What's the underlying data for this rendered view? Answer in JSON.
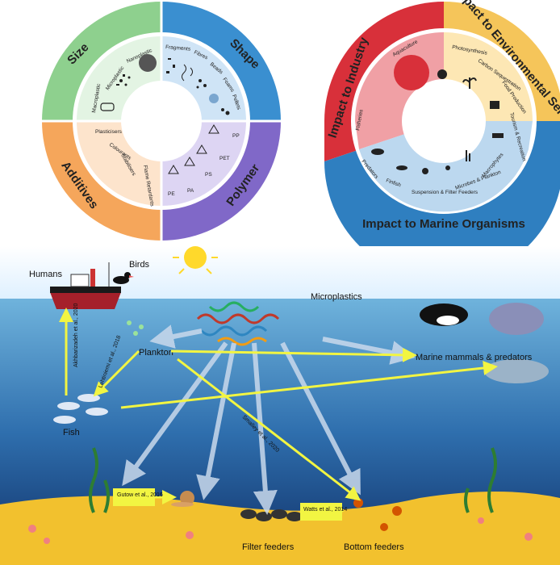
{
  "left_wheel": {
    "quadrants": {
      "size": "Size",
      "shape": "Shape",
      "additives": "Additives",
      "polymer": "Polymer"
    },
    "size_items": [
      "Macroplastic",
      "Microplastic",
      "Nanoplastic"
    ],
    "shape_items": [
      "Fragments",
      "Fibres",
      "Beads",
      "Foams",
      "Pellets"
    ],
    "additive_items": [
      "Plasticisers",
      "Colourants",
      "Stabilisers",
      "Flame Retardants"
    ],
    "polymer_items": [
      "PP",
      "PET",
      "PS",
      "PA",
      "PE"
    ],
    "colors": {
      "size": "#8ed08e",
      "shape": "#3a8fd0",
      "additives": "#f5a65b",
      "polymer": "#8068c8"
    }
  },
  "right_wheel": {
    "titles": {
      "industry": "Impact to Industry",
      "environment": "Impact to Environmental Services",
      "marine": "Impact to Marine Organisms"
    },
    "industry_items": [
      "Aquaculture",
      "Fisheries"
    ],
    "environment_items": [
      "Photosynthesis",
      "Carbon Sequestration",
      "Food Production",
      "Tourism & Recreation"
    ],
    "marine_items": [
      "Predators",
      "Finfish",
      "Suspension & Filter Feeders",
      "Microbes & Plankton",
      "Macrophytes"
    ],
    "colors": {
      "industry": "#d8303a",
      "environment": "#f5c55a",
      "marine": "#2f7fc0"
    }
  },
  "scene": {
    "labels": {
      "humans": "Humans",
      "birds": "Birds",
      "microplastics": "Microplastics",
      "plankton": "Plankton",
      "marine_mammals": "Marine mammals & predators",
      "fish": "Fish",
      "filter_feeders": "Filter feeders",
      "bottom_feeders": "Bottom feeders"
    },
    "citations": {
      "akhbarizadeh": "Akhbarizadeh et al., 2020",
      "lehtiniemi": "Lehtiniemi et al., 2018",
      "smalley": "Smalley et al., 2020",
      "gutow": "Gutow et al., 2016",
      "watts": "Watts et al., 2014"
    },
    "colors": {
      "sky": "#e8f4ff",
      "sea_top": "#5aa7d6",
      "sea_bottom": "#123d7a",
      "sand": "#f2c12e",
      "arrow": "#f2f542"
    }
  }
}
